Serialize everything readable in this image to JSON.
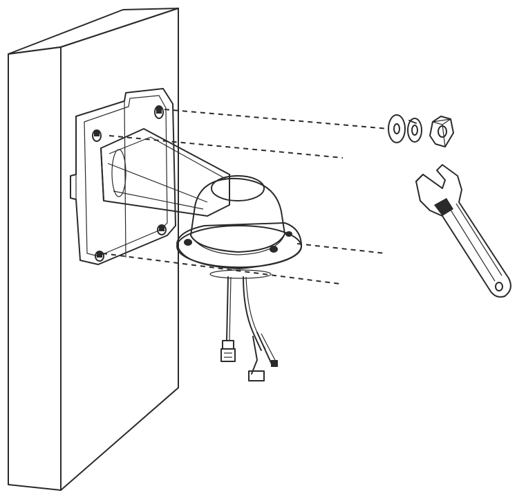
{
  "diagram": {
    "parts": [
      {
        "id": "wall",
        "icon": "hatched-wall"
      },
      {
        "id": "mounting-plate",
        "icon": "square-plate-with-four-bolts"
      },
      {
        "id": "bracket-arm",
        "icon": "tapered-arm"
      },
      {
        "id": "dome-housing",
        "icon": "dome-cap"
      },
      {
        "id": "cables",
        "icon": "network-and-power-cables"
      },
      {
        "id": "washers-and-nut",
        "icon": "flat-washer-spring-washer-hex-nut"
      },
      {
        "id": "wrench",
        "icon": "adjustable-wrench"
      }
    ],
    "colors": {
      "ink": "#2a2a2a",
      "paper": "#ffffff",
      "panel": "#f6f6f6",
      "shade": "#e2e2e2"
    }
  }
}
